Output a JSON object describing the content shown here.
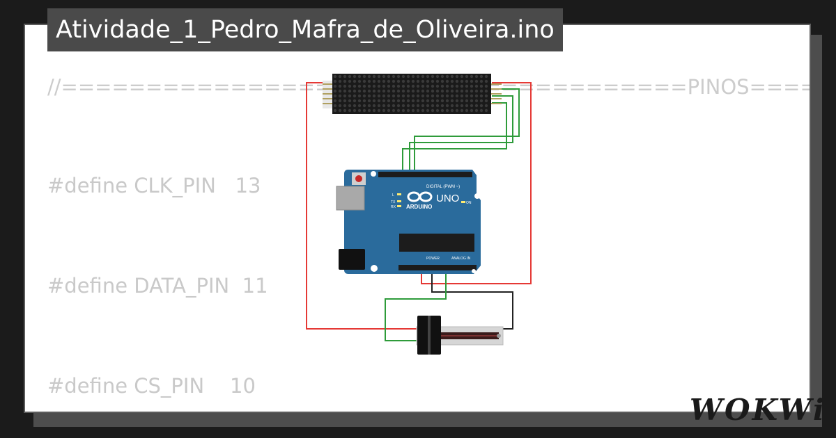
{
  "title": "Atividade_1_Pedro_Mafra_de_Oliveira.ino",
  "code_lines": [
    "//=====================================PINOS======================",
    "#define CLK_PIN   13",
    "#define DATA_PIN  11",
    "#define CS_PIN    10"
  ],
  "board": {
    "brand": "ARDUINO",
    "model": "UNO",
    "digital_label": "DIGITAL (PWM ~)",
    "power_label": "POWER",
    "analog_label": "ANALOG IN",
    "led_l": "L",
    "led_tx": "TX",
    "led_rx": "RX",
    "led_on": "ON"
  },
  "logo": "WOKWi",
  "colors": {
    "background": "#1b1b1b",
    "title_bg": "#4a4a4a",
    "board_blue": "#2a6b9c",
    "wire_red": "#e53935",
    "wire_green": "#2e9b3a",
    "wire_black": "#222222",
    "matrix_bg": "#1a1a1a"
  }
}
